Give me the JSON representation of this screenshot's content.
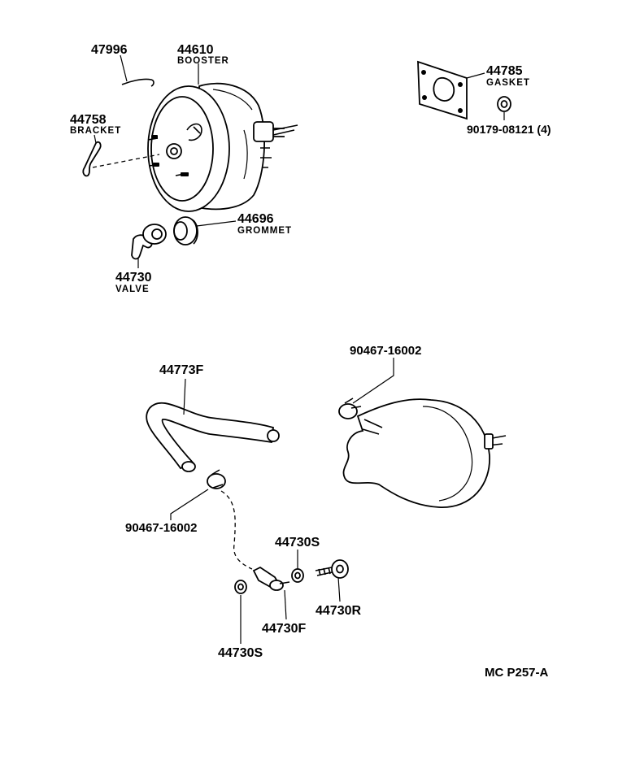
{
  "parts": [
    {
      "id": "p47996",
      "number": "47996",
      "name": ""
    },
    {
      "id": "p44610",
      "number": "44610",
      "name": "BOOSTER"
    },
    {
      "id": "p44758",
      "number": "44758",
      "name": "BRACKET"
    },
    {
      "id": "p44696",
      "number": "44696",
      "name": "GROMMET"
    },
    {
      "id": "p44730",
      "number": "44730",
      "name": "VALVE"
    },
    {
      "id": "p44785",
      "number": "44785",
      "name": "GASKET"
    },
    {
      "id": "p90179",
      "number": "90179-08121 (4)",
      "name": ""
    },
    {
      "id": "p90467a",
      "number": "90467-16002",
      "name": ""
    },
    {
      "id": "p44773F",
      "number": "44773F",
      "name": ""
    },
    {
      "id": "p90467b",
      "number": "90467-16002",
      "name": ""
    },
    {
      "id": "p44730S_top",
      "number": "44730S",
      "name": ""
    },
    {
      "id": "p44730R",
      "number": "44730R",
      "name": ""
    },
    {
      "id": "p44730F",
      "number": "44730F",
      "name": ""
    },
    {
      "id": "p44730S_bottom",
      "number": "44730S",
      "name": ""
    }
  ],
  "figure_code": "MC P257-A"
}
